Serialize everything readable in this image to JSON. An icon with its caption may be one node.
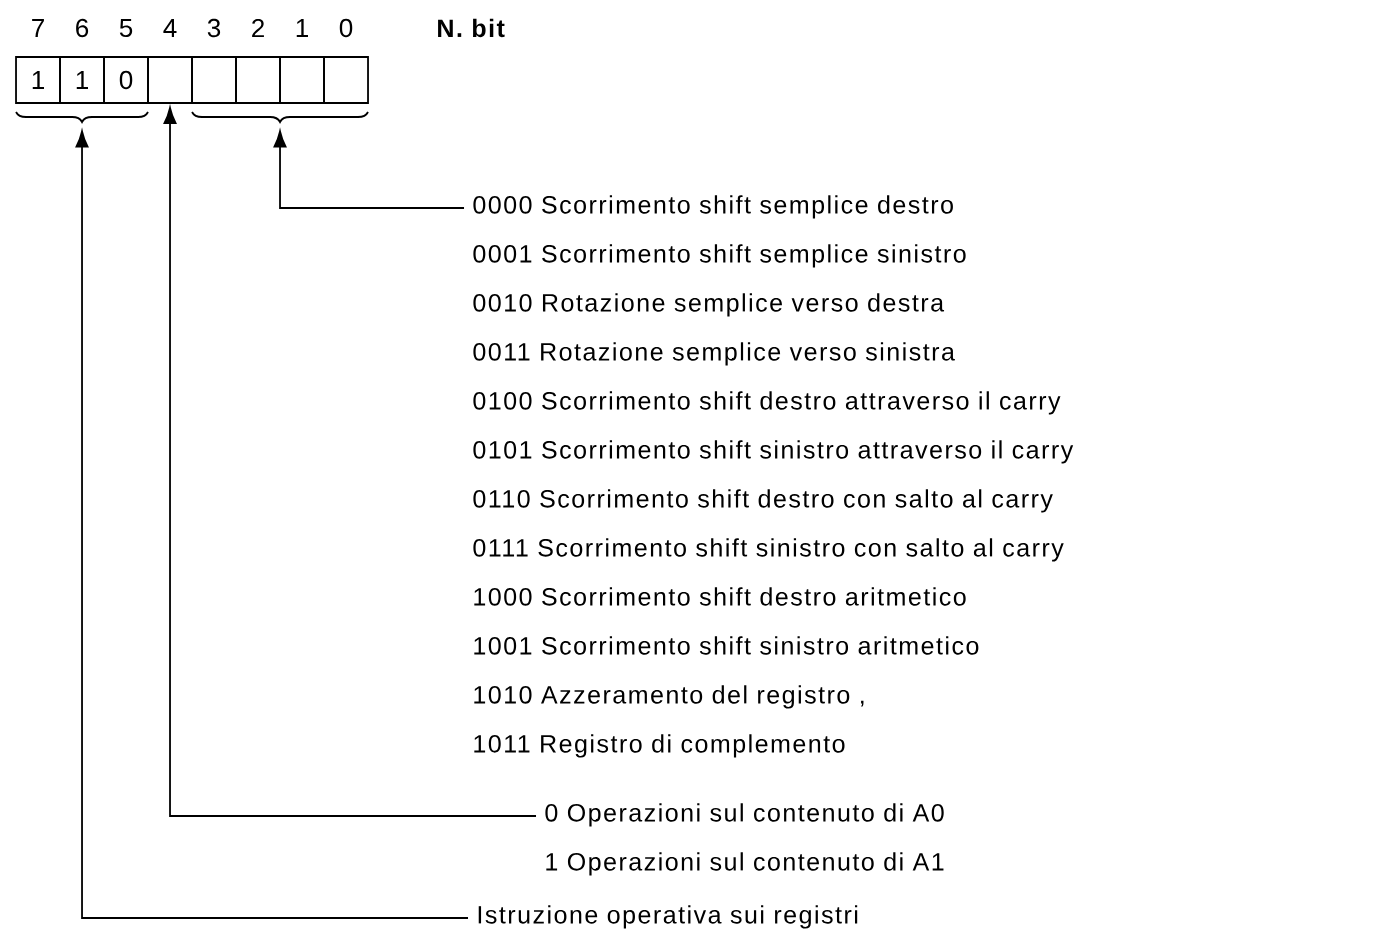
{
  "diagram": {
    "nodes": [
      {
        "text": [
          "1"
        ]
      },
      {
        "text": [
          "1"
        ]
      },
      {
        "text": [
          "0"
        ]
      },
      {
        "text": [],
        "shape": "box"
      },
      {
        "text": [],
        "shape": "box"
      },
      {
        "text": [],
        "shape": "box"
      },
      {
        "text": [],
        "shape": "box"
      },
      {
        "text": [],
        "shape": "box"
      },
      {
        "text": [],
        "shape": "brace"
      },
      {
        "text": [],
        "shape": "brace"
      },
      {
        "text": [
          "0000 Scorrimento shift semplice destro",
          "0001 Scorrimento shift semplice sinistro",
          "0010 Rotazione semplice verso destra",
          "0011 Rotazione semplice verso sinistra",
          "0100 Scorrimento shift destro attraverso il carry",
          "0101 Scorrimento shift sinistro attraverso il carry",
          "0110 Scorrimento shift destro con salto al carry",
          "0111 Scorrimento shift sinistro con salto al carry",
          "1000 Scorrimento shift destro aritmetico",
          "1001 Scorrimento shift sinistro aritmetico",
          "1010 Azzeramento del registro ,",
          "1011 Registro di complemento"
        ]
      },
      {
        "text": [
          "0 Operazioni sul contenuto di A0",
          "1 Operazioni sul contenuto di A1"
        ]
      },
      {
        "text": [
          "Istruzione operativa sui registri"
        ]
      }
    ],
    "edges": [
      {
        "from": 10,
        "to": 9,
        "arrow": "to"
      },
      {
        "from": 11,
        "to": 3,
        "arrow": "to"
      },
      {
        "from": 12,
        "to": 8,
        "arrow": "to"
      }
    ],
    "labels": [
      "7",
      "6",
      "5",
      "4",
      "3",
      "2",
      "1",
      "0",
      "N. bit"
    ]
  }
}
